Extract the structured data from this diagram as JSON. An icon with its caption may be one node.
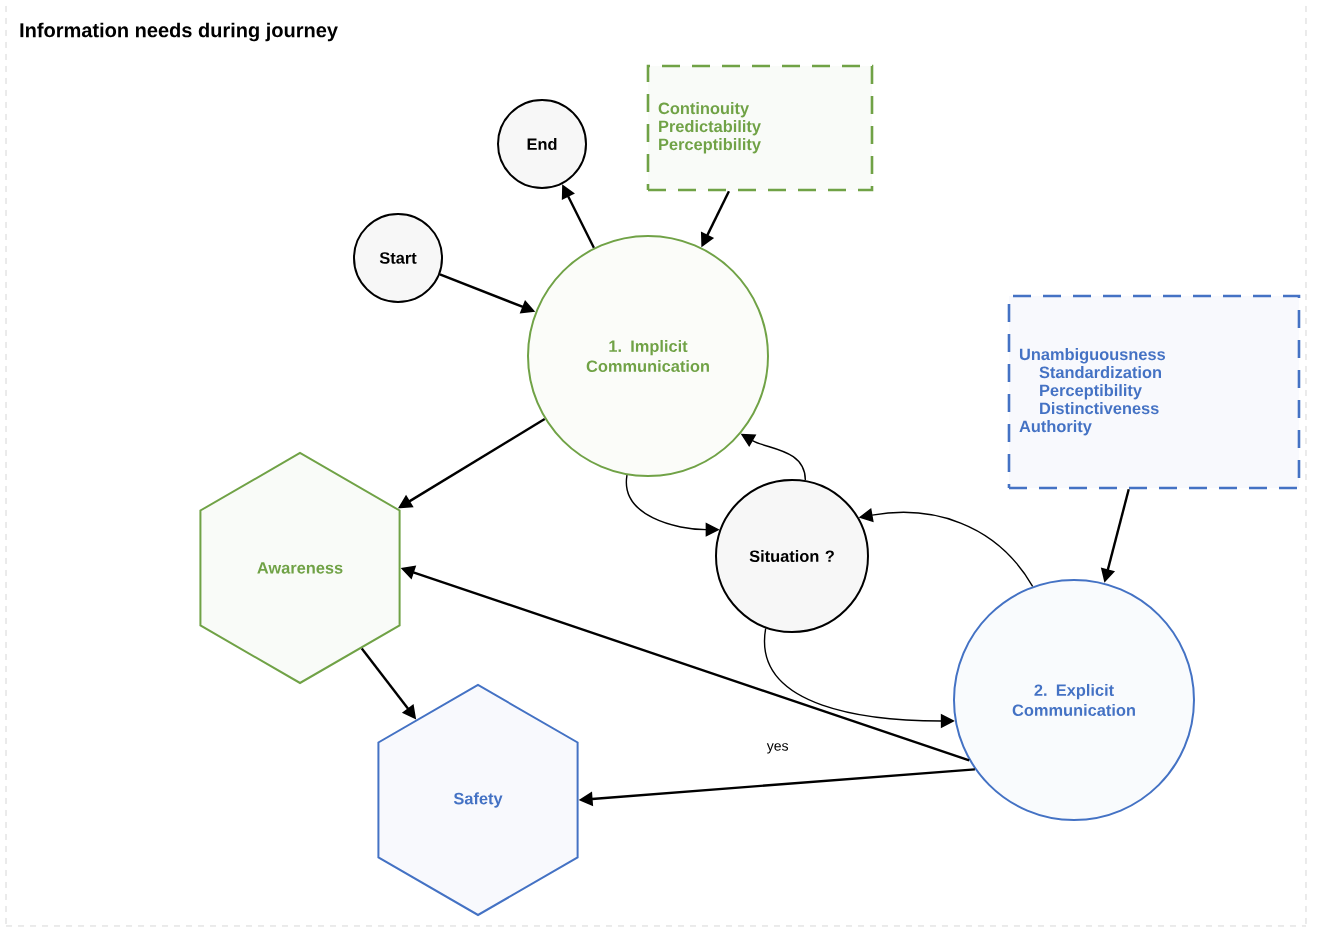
{
  "diagram": {
    "title": "Information needs during journey",
    "nodes": [
      {
        "text": [
          "End"
        ]
      },
      {
        "text": [
          "Start"
        ]
      },
      {
        "text": [
          "1. Implicit Communication"
        ]
      },
      {
        "text": [
          "Continouity",
          "Predictability",
          "Perceptibility"
        ]
      },
      {
        "text": [
          "Unambiguousness",
          "Standardization",
          "Perceptibility",
          "Distinctiveness",
          "Authority"
        ]
      },
      {
        "text": [
          "Situation ?"
        ]
      },
      {
        "text": [
          "2. Explicit Communication"
        ]
      },
      {
        "text": [
          "Awareness"
        ]
      },
      {
        "text": [
          "Safety"
        ]
      }
    ],
    "edges": [
      {
        "from": 1,
        "to": 2,
        "arrow": "to"
      },
      {
        "from": 2,
        "to": 0,
        "arrow": "to"
      },
      {
        "from": 3,
        "to": 2,
        "arrow": "to"
      },
      {
        "from": 2,
        "to": 7,
        "arrow": "to"
      },
      {
        "from": 2,
        "to": 5,
        "arrow": "to"
      },
      {
        "from": 5,
        "to": 2,
        "arrow": "to"
      },
      {
        "from": 6,
        "to": 5,
        "arrow": "to"
      },
      {
        "from": 5,
        "to": 6,
        "arrow": "to",
        "label": "yes"
      },
      {
        "from": 4,
        "to": 6,
        "arrow": "to"
      },
      {
        "from": 6,
        "to": 7,
        "arrow": "to"
      },
      {
        "from": 6,
        "to": 8,
        "arrow": "to"
      },
      {
        "from": 7,
        "to": 8,
        "arrow": "to"
      }
    ]
  }
}
